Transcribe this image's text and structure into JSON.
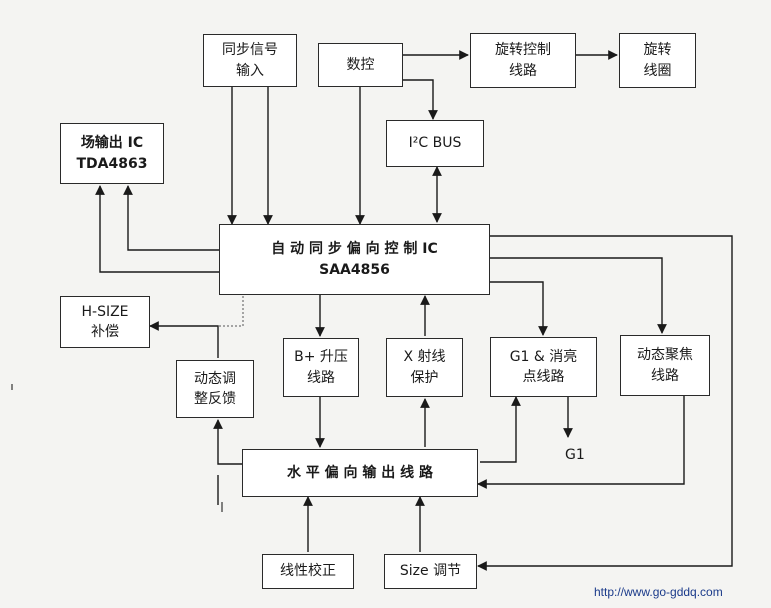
{
  "boxes": {
    "sync_input": [
      "同步信号",
      "输入"
    ],
    "numeric_ctrl": "数控",
    "rotation_ctrl_circuit": [
      "旋转控制",
      "线路"
    ],
    "rotation_coil": [
      "旋转",
      "线圈"
    ],
    "field_output_ic": [
      "场输出 IC",
      "TDA4863"
    ],
    "i2c_bus": "I²C BUS",
    "auto_sync_ic": [
      "自 动 同 步 偏 向 控 制 IC",
      "SAA4856"
    ],
    "hsize_comp": [
      "H-SIZE",
      "补偿"
    ],
    "dynamic_feedback": [
      "动态调",
      "整反馈"
    ],
    "b_plus_boost": [
      "B+ 升压",
      "线路"
    ],
    "x_ray_protect": [
      "X 射线",
      "保护"
    ],
    "g1_blanking": [
      "G1 & 消亮",
      "点线路"
    ],
    "dynamic_focus": [
      "动态聚焦",
      "线路"
    ],
    "horizontal_output": "水 平 偏 向 输 出 线 路",
    "linearity_corr": "线性校正",
    "size_adjust": "Size 调节"
  },
  "labels": {
    "g1": "G1"
  },
  "watermark": "http://www.go-gddq.com"
}
